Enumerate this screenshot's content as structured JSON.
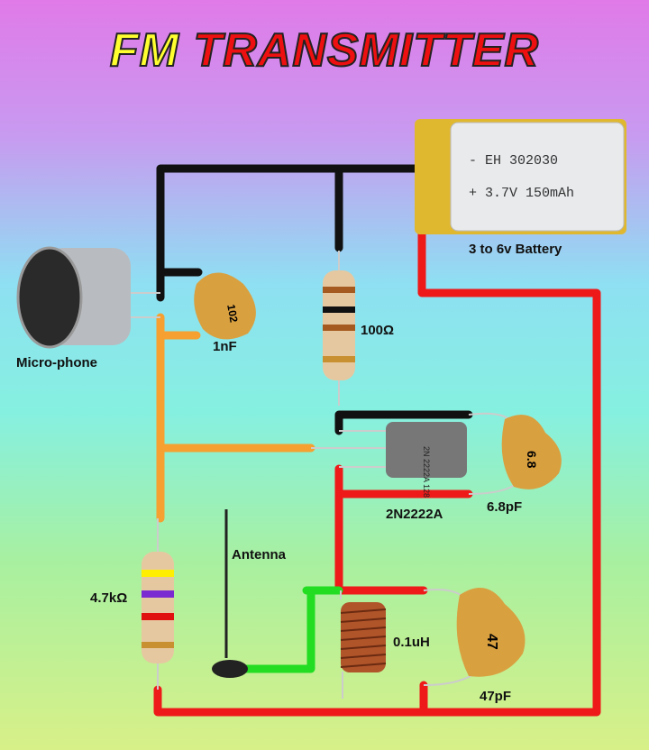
{
  "title": {
    "part1": "FM",
    "part2": "TRANSMITTER"
  },
  "battery": {
    "line1": "- EH 302030",
    "line2": "+ 3.7V 150mAh",
    "label": "3 to 6v Battery"
  },
  "labels": {
    "microphone": "Micro-phone",
    "cap_1nF": "1nF",
    "cap_1nF_code": "102",
    "resistor_100": "100Ω",
    "transistor": "2N2222A",
    "transistor_marking": "2N 2222A 128",
    "cap_6_8pF": "6.8pF",
    "cap_6_8_code": "6.8",
    "antenna": "Antenna",
    "resistor_4_7k": "4.7kΩ",
    "coil": "0.1uH",
    "cap_47pF": "47pF",
    "cap_47_code": "47"
  },
  "colors": {
    "wire_black": "#111111",
    "wire_red": "#ee1a1a",
    "wire_orange": "#f5a030",
    "wire_green": "#22dd22",
    "capacitor": "#d9a040"
  }
}
